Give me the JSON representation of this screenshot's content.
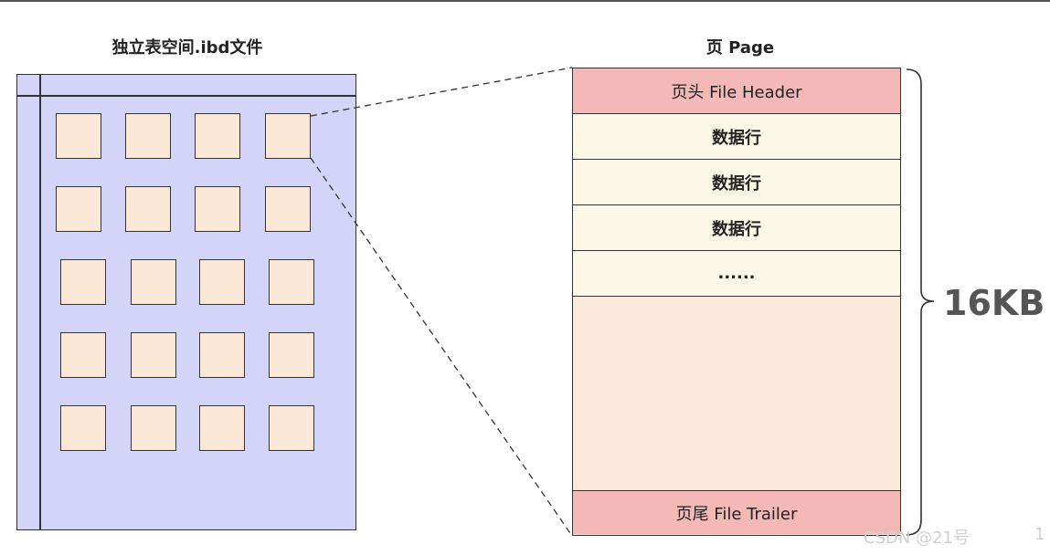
{
  "left_title": "独立表空间.ibd文件",
  "right_title": "页 Page",
  "page": {
    "header_label": "页头 File Header",
    "rows": [
      "数据行",
      "数据行",
      "数据行",
      "......"
    ],
    "trailer_label": "页尾 File Trailer"
  },
  "size_label": "16KB",
  "watermark": "CSDN @21号",
  "watermark_num": "1",
  "colors": {
    "tablespace_bg": "#d3d4f7",
    "block_fill": "#fbe8d7",
    "header_fill": "#f4b8b7",
    "data_row_fill": "#fcf8e7",
    "free_space_fill": "#fbe9da"
  }
}
